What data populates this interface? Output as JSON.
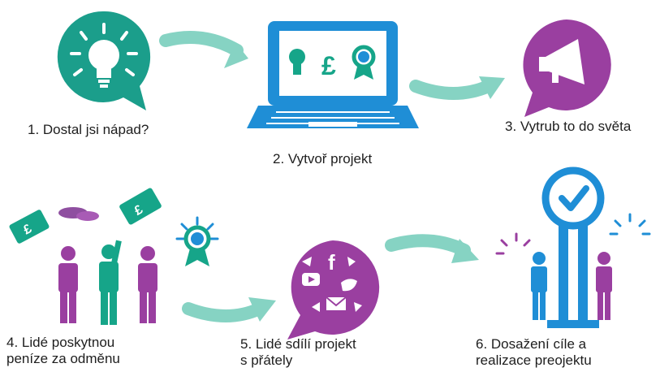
{
  "colors": {
    "teal": "#1b9e8b",
    "purple": "#9a3fa0",
    "blue": "#1f8ed6",
    "arrow": "#86d3c3",
    "green_note": "#16a589",
    "coin": "#8f4fa0"
  },
  "steps": [
    {
      "lines": [
        "1. Dostal jsi nápad?"
      ],
      "icon": "lightbulb-icon"
    },
    {
      "lines": [
        "2. Vytvoř projekt"
      ],
      "icon": "laptop-icon"
    },
    {
      "lines": [
        "3. Vytrub to do světa"
      ],
      "icon": "megaphone-icon"
    },
    {
      "lines": [
        "4. Lidé poskytnou",
        "peníze za odměnu"
      ],
      "icon": "people-icon"
    },
    {
      "lines": [
        "5. Lidé sdílí projekt",
        "s přátely"
      ],
      "icon": "social-share-icon"
    },
    {
      "lines": [
        "6. Dosažení cíle a",
        "realizace preojektu"
      ],
      "icon": "goal-meter-icon"
    }
  ]
}
